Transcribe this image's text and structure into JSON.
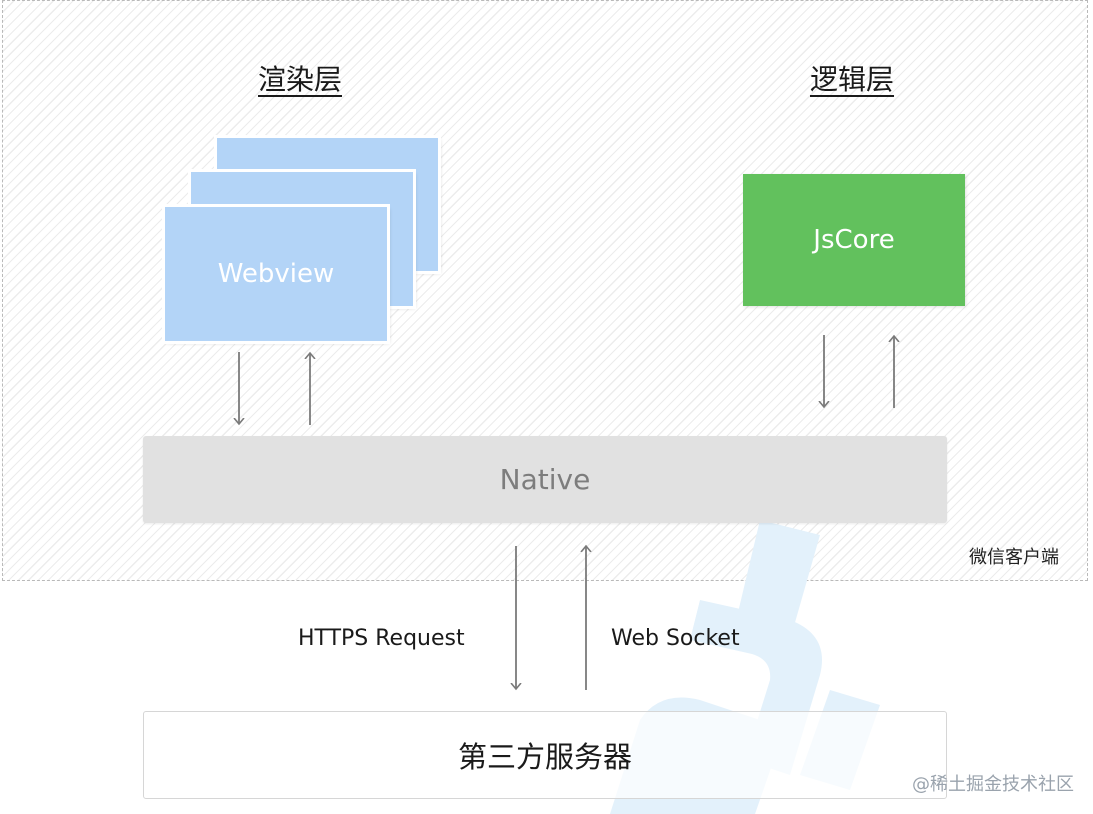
{
  "titles": {
    "render_layer": "渲染层",
    "logic_layer": "逻辑层"
  },
  "nodes": {
    "webview": "Webview",
    "jscore": "JsCore",
    "native": "Native",
    "server": "第三方服务器"
  },
  "labels": {
    "client": "微信客户端",
    "https_request": "HTTPS Request",
    "web_socket": "Web Socket"
  },
  "watermark": "@稀土掘金技术社区",
  "colors": {
    "webview": "#b3d4f7",
    "jscore": "#62c15d",
    "native": "#e1e1e1",
    "arrow": "#7a7a7a",
    "decor_watermark": "#e3f1fb"
  },
  "icons": [
    "arrow-down-icon",
    "arrow-up-icon"
  ]
}
